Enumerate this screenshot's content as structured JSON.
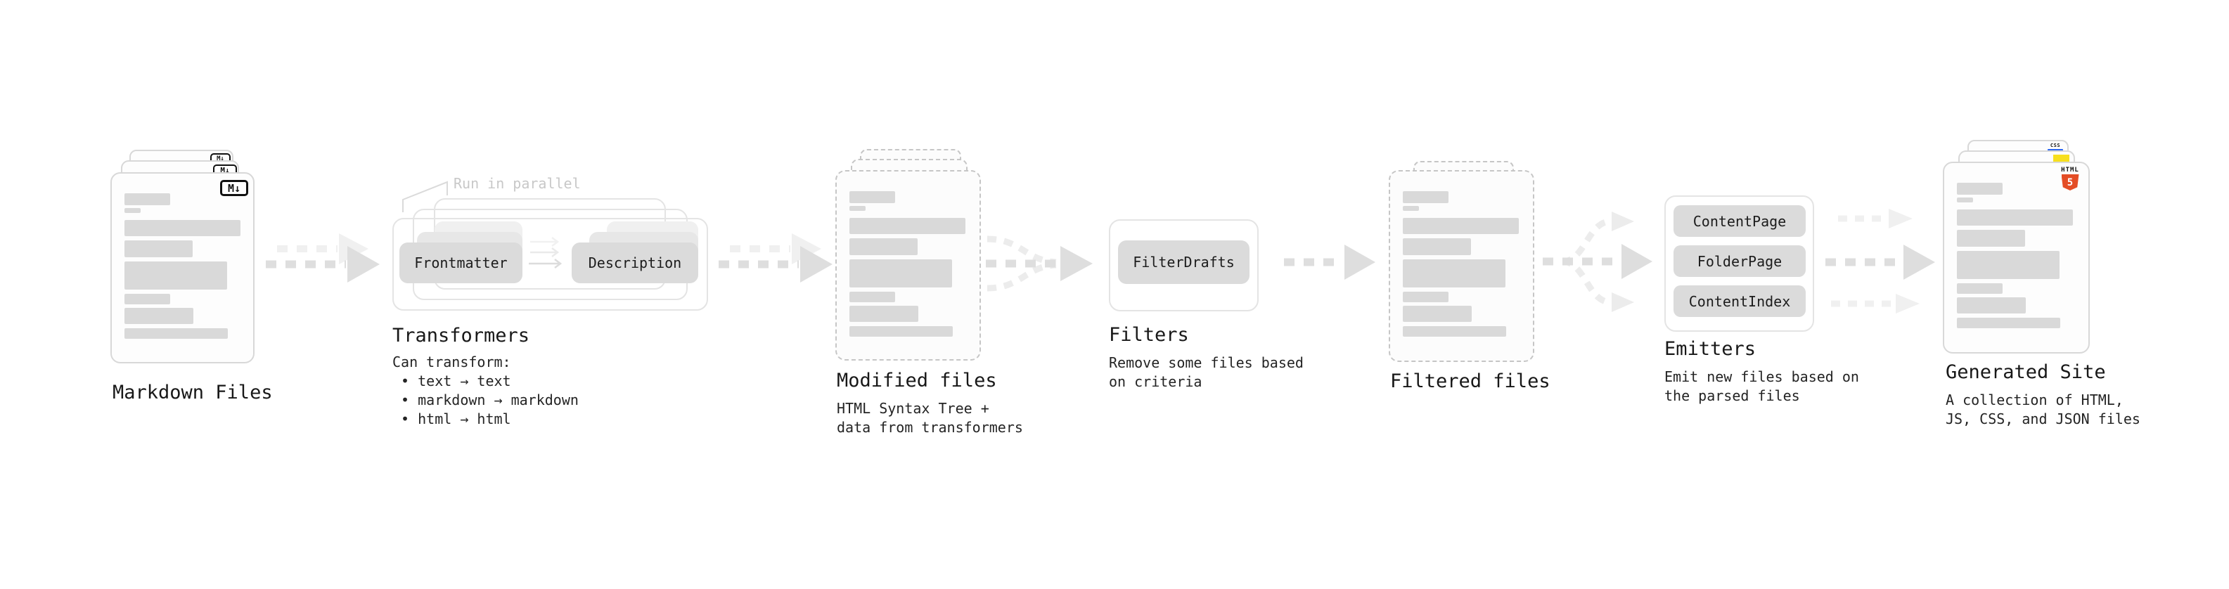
{
  "diagram": {
    "markdown_files": {
      "label": "Markdown Files",
      "badge": "M↓"
    },
    "transformers": {
      "label": "Transformers",
      "parallel_note": "Run in parallel",
      "box_left": "Frontmatter",
      "box_right": "Description",
      "description": "Can transform:\n • text → text\n • markdown → markdown\n • html → html"
    },
    "modified_files": {
      "label": "Modified files",
      "description": "HTML Syntax Tree +\ndata from transformers"
    },
    "filters": {
      "label": "Filters",
      "box": "FilterDrafts",
      "description": "Remove some files based\non criteria"
    },
    "filtered_files": {
      "label": "Filtered files"
    },
    "emitters": {
      "label": "Emitters",
      "boxes": [
        "ContentPage",
        "FolderPage",
        "ContentIndex"
      ],
      "description": "Emit new files based on\nthe parsed files"
    },
    "generated_site": {
      "label": "Generated Site",
      "description": "A collection of HTML,\nJS, CSS, and JSON files",
      "html5_badge_text": "HTML",
      "html5_badge_number": "5",
      "css_badge_text": "CSS"
    },
    "colors": {
      "html5_orange": "#e44d26",
      "js_yellow": "#f7df1e",
      "css_blue": "#2965f1"
    }
  }
}
